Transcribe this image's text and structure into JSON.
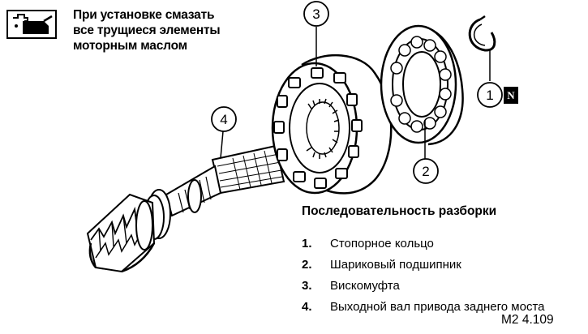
{
  "oil_note": {
    "icon": "oil-can-icon",
    "lines": [
      "При установке смазать",
      "все трущиеся элементы",
      "моторным маслом"
    ]
  },
  "callouts": {
    "c1": "1",
    "c2": "2",
    "c3": "3",
    "c4": "4",
    "badge_n": "N"
  },
  "sequence": {
    "title": "Последовательность разборки",
    "steps": [
      {
        "num": "1.",
        "text": "Стопорное кольцо"
      },
      {
        "num": "2.",
        "text": "Шариковый подшипник"
      },
      {
        "num": "3.",
        "text": "Вискомуфта"
      },
      {
        "num": "4.",
        "text": "Выходной вал привода заднего моста"
      }
    ]
  },
  "figure_code": "M2 4.109"
}
